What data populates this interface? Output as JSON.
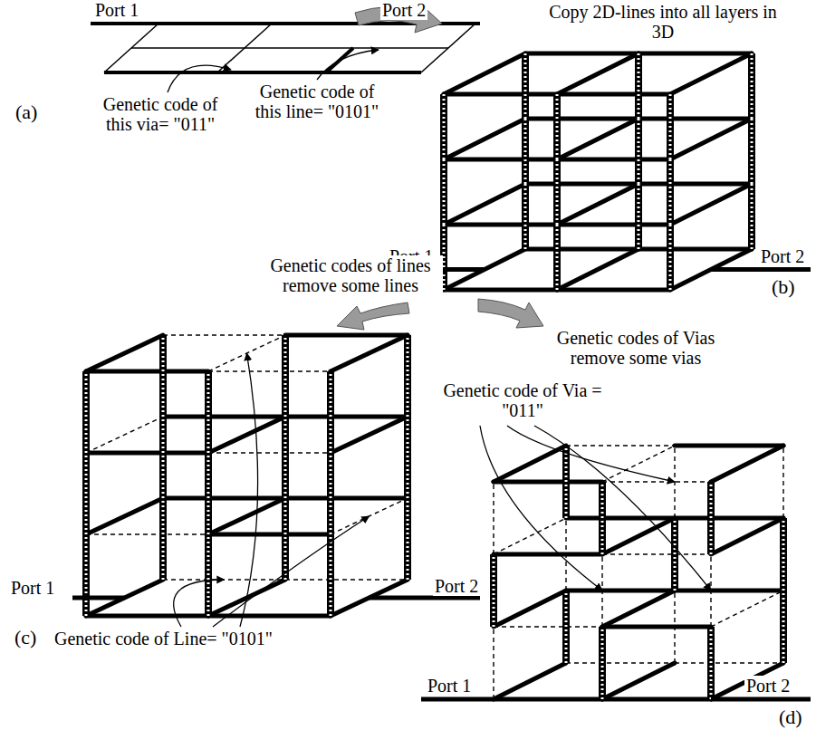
{
  "diagram": {
    "labels": [
      "Port 1",
      "Port 2",
      "Copy 2D-lines into all layers in 3D",
      "Genetic code of this via= \"011\"",
      "Genetic code of this line= \"0101\"",
      "(a)",
      "Port 1",
      "Port 2",
      "(b)",
      "Genetic codes of lines remove some lines",
      "Port 1",
      "Port 2",
      "Genetic code of Line= \"0101\"",
      "(c)",
      "Genetic codes of Vias remove some vias",
      "Genetic code of Via = \"011\"",
      "Port 1",
      "Port 2",
      "(d)"
    ]
  }
}
